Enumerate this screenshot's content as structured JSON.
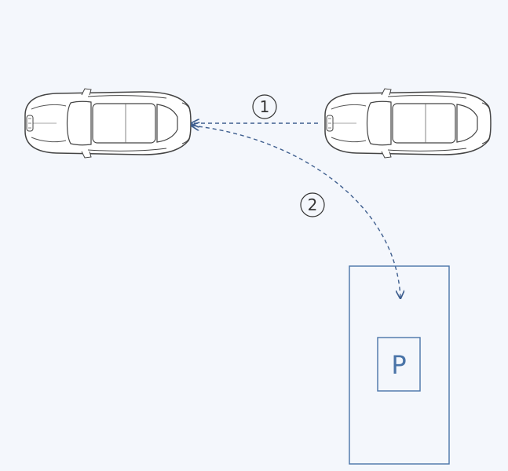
{
  "diagram": {
    "steps": [
      {
        "label": "1"
      },
      {
        "label": "2"
      }
    ],
    "parking_sign": "P",
    "colors": {
      "background": "#f4f7fc",
      "car_outline": "#444444",
      "path": "#3f5f8f",
      "parking_box": "#4a74a8"
    }
  }
}
